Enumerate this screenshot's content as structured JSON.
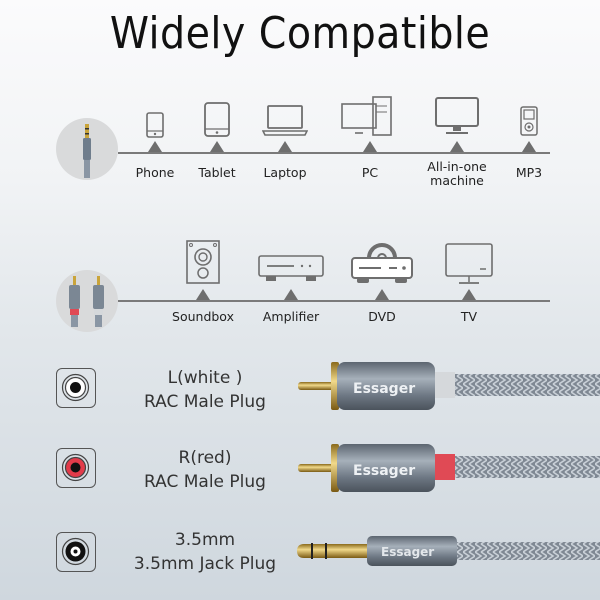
{
  "title": "Widely Compatible",
  "section_35mm": {
    "connector": "3.5mm jack plug",
    "devices": [
      {
        "label": "Phone",
        "icon": "phone-icon"
      },
      {
        "label": "Tablet",
        "icon": "tablet-icon"
      },
      {
        "label": "Laptop",
        "icon": "laptop-icon"
      },
      {
        "label": "PC",
        "icon": "desktop-pc-icon"
      },
      {
        "label": "All-in-one",
        "label2": "machine",
        "icon": "monitor-icon"
      },
      {
        "label": "MP3",
        "icon": "mp3-player-icon"
      }
    ]
  },
  "section_rca": {
    "connector": "RCA plugs",
    "devices": [
      {
        "label": "Soundbox",
        "icon": "speaker-icon"
      },
      {
        "label": "Amplifier",
        "icon": "amplifier-icon"
      },
      {
        "label": "DVD",
        "icon": "dvd-player-icon"
      },
      {
        "label": "TV",
        "icon": "tv-icon"
      }
    ]
  },
  "plugs": [
    {
      "line1": "L(white )",
      "line2": "RAC Male Plug",
      "color": "#ffffff",
      "collar": "#d5d8db"
    },
    {
      "line1": "R(red)",
      "line2": "RAC Male Plug",
      "color": "#e23b4a",
      "collar": "#e04a55"
    },
    {
      "line1": "3.5mm",
      "line2": "3.5mm Jack Plug",
      "color": "#000000"
    }
  ],
  "brand": "Essager",
  "colors": {
    "line": "#7a7a7a",
    "icon": "#6e6e6e",
    "red": "#e23b4a",
    "gold": "#c9a43a",
    "housing": "#7b8794"
  }
}
